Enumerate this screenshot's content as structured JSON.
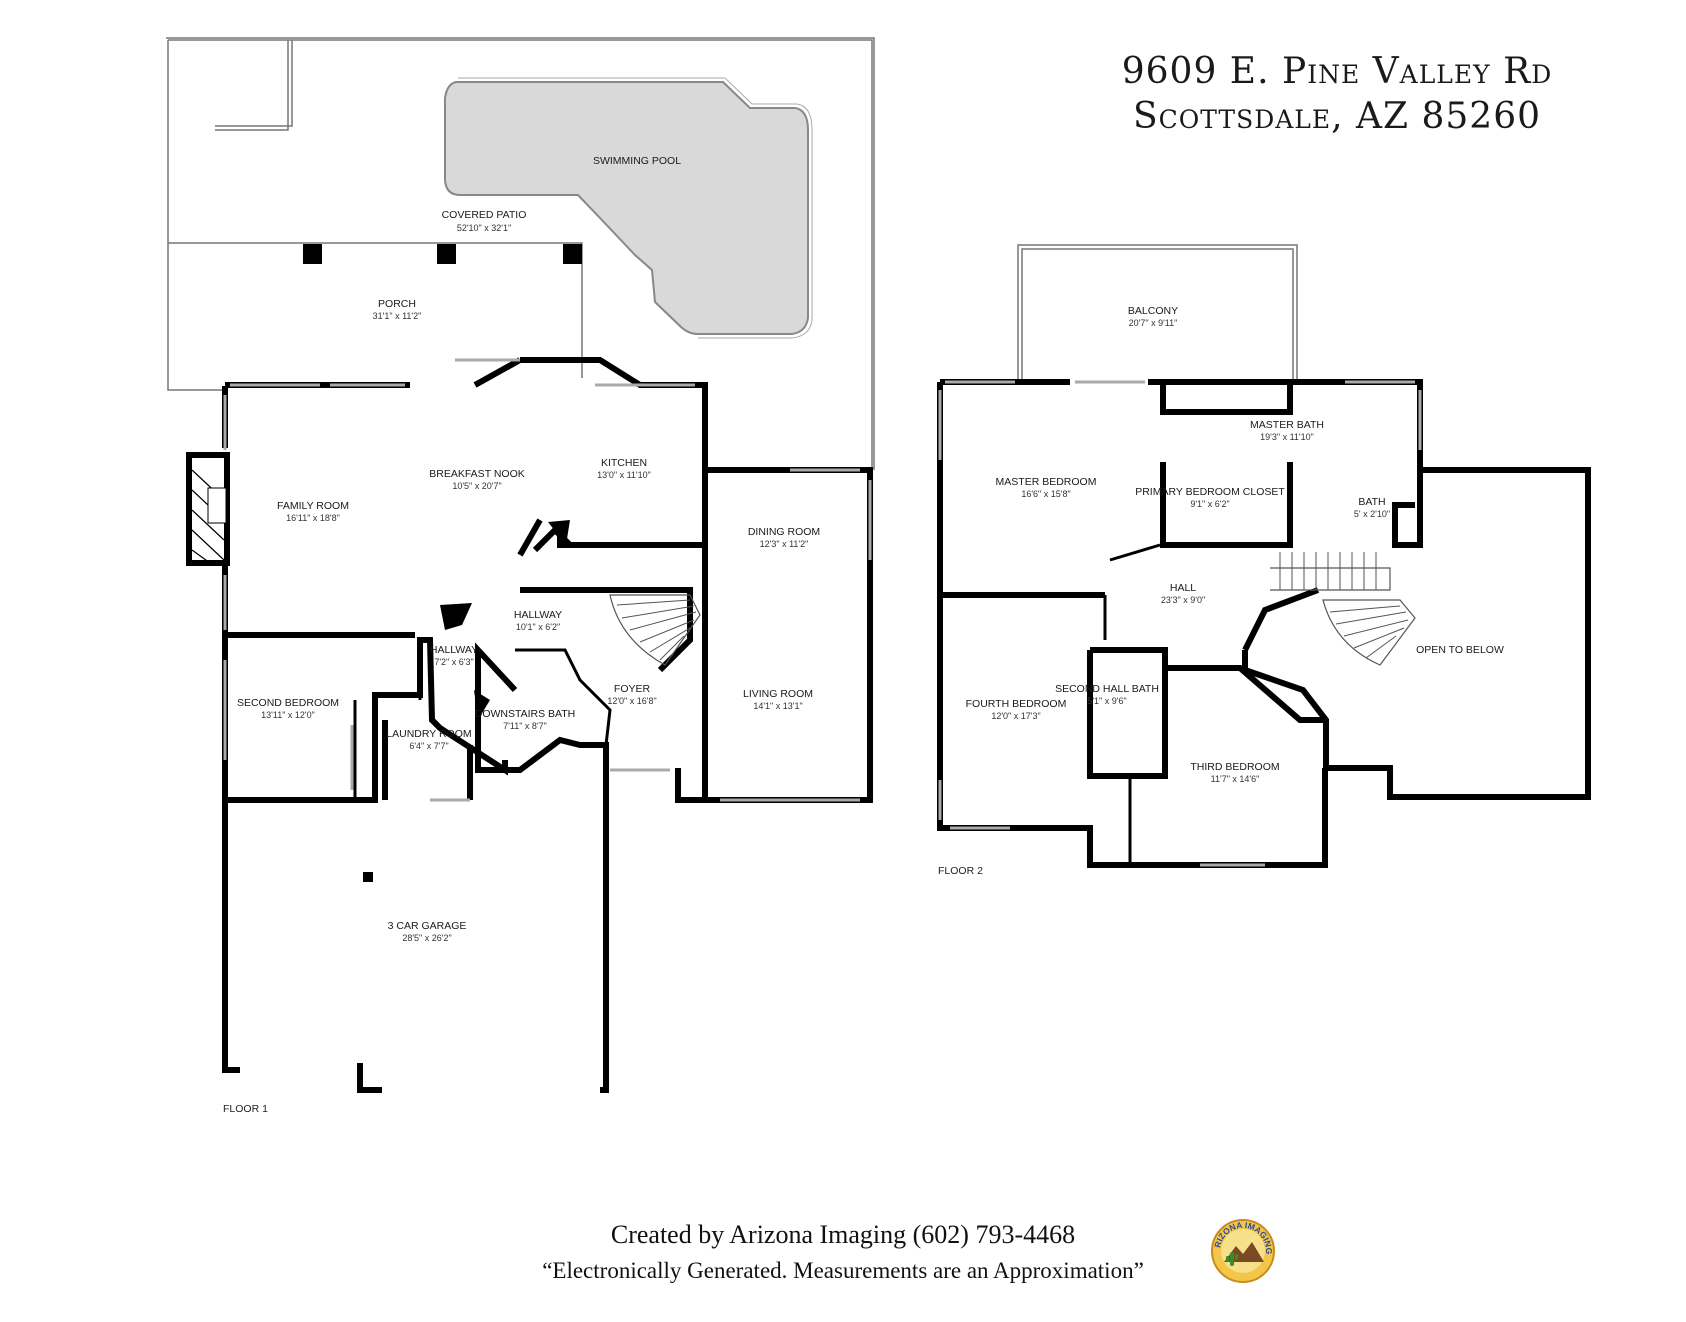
{
  "address": {
    "line1": "9609 E. Pine Valley Rd",
    "line2": "Scottsdale, AZ 85260"
  },
  "floors": [
    {
      "label": "FLOOR 1",
      "rooms": [
        {
          "name": "SWIMMING POOL",
          "dim": ""
        },
        {
          "name": "COVERED PATIO",
          "dim": "52'10\" x 32'1\""
        },
        {
          "name": "PORCH",
          "dim": "31'1\" x 11'2\""
        },
        {
          "name": "BREAKFAST NOOK",
          "dim": "10'5\" x 20'7\""
        },
        {
          "name": "KITCHEN",
          "dim": "13'0\" x 11'10\""
        },
        {
          "name": "FAMILY ROOM",
          "dim": "16'11\" x 18'8\""
        },
        {
          "name": "DINING ROOM",
          "dim": "12'3\" x 11'2\""
        },
        {
          "name": "HALLWAY",
          "dim": "10'1\" x 6'2\""
        },
        {
          "name": "HALLWAY",
          "dim": "7'2\" x 6'3\""
        },
        {
          "name": "SECOND BEDROOM",
          "dim": "13'11\" x 12'0\""
        },
        {
          "name": "FOYER",
          "dim": "12'0\" x 16'8\""
        },
        {
          "name": "LIVING ROOM",
          "dim": "14'1\" x 13'1\""
        },
        {
          "name": "DOWNSTAIRS BATH",
          "dim": "7'11\" x 8'7\""
        },
        {
          "name": "LAUNDRY ROOM",
          "dim": "6'4\" x 7'7\""
        },
        {
          "name": "3 CAR GARAGE",
          "dim": "28'5\" x 26'2\""
        }
      ]
    },
    {
      "label": "FLOOR 2",
      "rooms": [
        {
          "name": "BALCONY",
          "dim": "20'7\" x 9'11\""
        },
        {
          "name": "MASTER BATH",
          "dim": "19'3\" x 11'10\""
        },
        {
          "name": "MASTER BEDROOM",
          "dim": "16'6\" x 15'8\""
        },
        {
          "name": "PRIMARY BEDROOM CLOSET",
          "dim": "9'1\" x 6'2\""
        },
        {
          "name": "BATH",
          "dim": "5' x 2'10\""
        },
        {
          "name": "HALL",
          "dim": "23'3\" x 9'0\""
        },
        {
          "name": "OPEN TO BELOW",
          "dim": ""
        },
        {
          "name": "FOURTH BEDROOM",
          "dim": "12'0\" x 17'3\""
        },
        {
          "name": "SECOND HALL BATH",
          "dim": "5'1\" x 9'6\""
        },
        {
          "name": "THIRD BEDROOM",
          "dim": "11'7\" x 14'6\""
        }
      ]
    }
  ],
  "footer": {
    "credit": "Created by Arizona Imaging (602) 793-4468",
    "disclaimer": "“Electronically Generated.  Measurements are an Approximation”",
    "logo_text": "ARIZONA IMAGING"
  },
  "colors": {
    "wall": "#000000",
    "pool_fill": "#d9d9d9",
    "outline": "#777777"
  }
}
